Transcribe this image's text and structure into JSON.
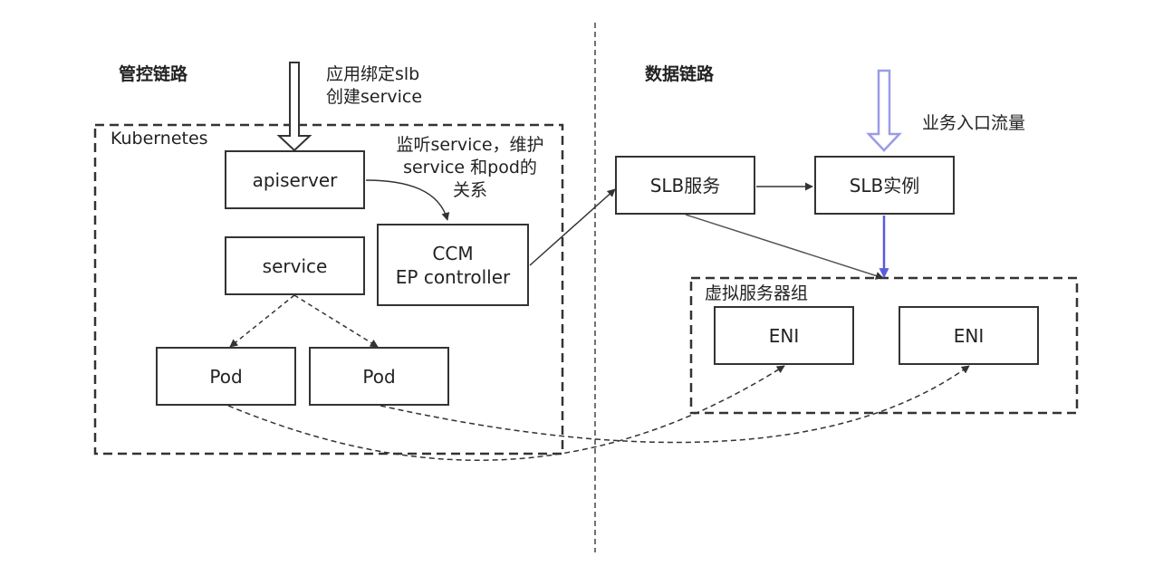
{
  "sections": {
    "control": "管控链路",
    "data": "数据链路"
  },
  "annotations": {
    "bind_slb_line1": "应用绑定slb",
    "bind_slb_line2": "创建service",
    "watch_line1": "监听service，维护",
    "watch_line2": "service 和pod的",
    "watch_line3": "关系",
    "business_traffic": "业务入口流量"
  },
  "groups": {
    "kubernetes": "Kubernetes",
    "vserver_group": "虚拟服务器组"
  },
  "nodes": {
    "apiserver": "apiserver",
    "service": "service",
    "ccm_line1": "CCM",
    "ccm_line2": "EP controller",
    "pod_left": "Pod",
    "pod_right": "Pod",
    "slb_service": "SLB服务",
    "slb_instance": "SLB实例",
    "eni_left": "ENI",
    "eni_right": "ENI"
  },
  "colors": {
    "stroke": "#333333",
    "traffic_arrow": "#9b9be8",
    "traffic_line": "#5b5be0"
  }
}
